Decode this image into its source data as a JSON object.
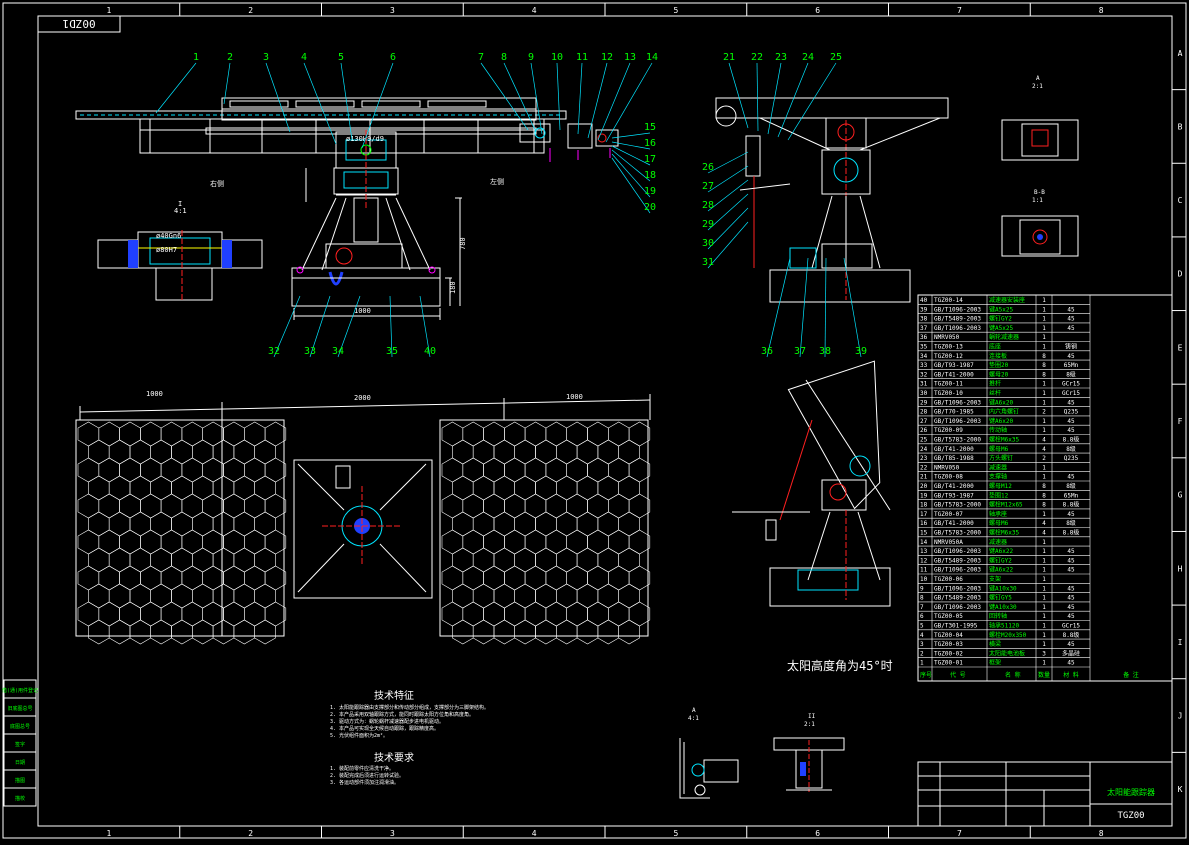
{
  "drawing_code_box": "00ZD1",
  "border_cols": [
    "1",
    "2",
    "3",
    "4",
    "5",
    "6",
    "7",
    "8"
  ],
  "border_rows": [
    "A",
    "B",
    "C",
    "D",
    "E",
    "F",
    "G",
    "H",
    "I",
    "J",
    "K"
  ],
  "part_numbers_top": [
    "1",
    "2",
    "3",
    "4",
    "5",
    "6",
    "7",
    "8",
    "9",
    "10",
    "11",
    "12",
    "13",
    "14"
  ],
  "part_numbers_right_front": [
    "15",
    "16",
    "17",
    "18",
    "19",
    "20"
  ],
  "part_numbers_side_top": [
    "21",
    "22",
    "23",
    "24",
    "25"
  ],
  "part_numbers_side_left": [
    "26",
    "27",
    "28",
    "29",
    "30",
    "31"
  ],
  "part_numbers_bottom_front": [
    "32",
    "33",
    "34",
    "35",
    "40"
  ],
  "part_numbers_bottom_side": [
    "36",
    "37",
    "38",
    "39"
  ],
  "front_view": {
    "label_left": "右侧",
    "label_right": "左侧",
    "dim_height": "780",
    "dim_base_h": "180",
    "dim_width": "1000",
    "fit_note": "ø130H9/d9"
  },
  "detail_i": {
    "title": "I",
    "scale": "4:1",
    "fit_top": "ø40Gn6",
    "fit_bottom": "ø80H7"
  },
  "panel_dims": {
    "left": "1000",
    "total": "2000",
    "right": "1000"
  },
  "angle_caption": "太阳高度角为45°时",
  "view_a": {
    "title": "A",
    "scale": "2:1"
  },
  "view_b": {
    "title": "B-B",
    "scale": "1:1"
  },
  "detail_bottom_left": {
    "title": "A",
    "scale": "4:1"
  },
  "detail_bottom_right": {
    "title": "II",
    "scale": "2:1"
  },
  "tech_heading_1": "技术特征",
  "tech_lines_1": [
    "1. 太阳能跟踪器由支撑部分和传动部分组成，支撑部分为三脚架结构。",
    "2. 本产品采用双轴跟踪方式，能同时跟踪太阳方位角和高度角。",
    "3. 驱动方式为：蜗轮蜗杆减速器配步进电机驱动。",
    "4. 本产品可实现全天候自动跟踪，跟踪精度高。",
    "5. 光伏组件面积为2m²。"
  ],
  "tech_heading_2": "技术要求",
  "tech_lines_2": [
    "1. 装配前零件应清洗干净。",
    "2. 装配完成后须进行运转试验。",
    "3. 各运动部件须加注润滑油。"
  ],
  "bom_rows": [
    [
      "40",
      "TGZ00-14",
      "减速器安装座",
      "1",
      ""
    ],
    [
      "39",
      "GB/T1096-2003",
      "键A5x25",
      "1",
      "45"
    ],
    [
      "38",
      "GB/T5489-2003",
      "螺钉GY2",
      "1",
      "45"
    ],
    [
      "37",
      "GB/T1096-2003",
      "键A5x25",
      "1",
      "45"
    ],
    [
      "36",
      "NMRV050",
      "蜗轮减速器",
      "1",
      ""
    ],
    [
      "35",
      "TGZ00-13",
      "底座",
      "1",
      "铸钢"
    ],
    [
      "34",
      "TGZ00-12",
      "连接板",
      "8",
      "45"
    ],
    [
      "33",
      "GB/T93-1987",
      "垫圈20",
      "8",
      "65Mn"
    ],
    [
      "32",
      "GB/T41-2000",
      "螺母20",
      "8",
      "8级"
    ],
    [
      "31",
      "TGZ00-11",
      "推杆",
      "1",
      "GCr15"
    ],
    [
      "30",
      "TGZ00-10",
      "丝杆",
      "1",
      "GCr15"
    ],
    [
      "29",
      "GB/T1096-2003",
      "键A6x20",
      "1",
      "45"
    ],
    [
      "28",
      "GB/T70-1985",
      "内六角螺钉",
      "2",
      "Q235"
    ],
    [
      "27",
      "GB/T1096-2003",
      "键A6x20",
      "1",
      "45"
    ],
    [
      "26",
      "TGZ00-09",
      "传动轴",
      "1",
      "45"
    ],
    [
      "25",
      "GB/T5783-2000",
      "螺栓M6x35",
      "4",
      "8.8级"
    ],
    [
      "24",
      "GB/T41-2000",
      "螺母M6",
      "4",
      "8级"
    ],
    [
      "23",
      "GB/T85-1988",
      "方头螺钉",
      "2",
      "Q235"
    ],
    [
      "22",
      "NMRV050",
      "减速器",
      "1",
      ""
    ],
    [
      "21",
      "TGZ00-08",
      "支撑轴",
      "1",
      "45"
    ],
    [
      "20",
      "GB/T41-2000",
      "螺母M12",
      "8",
      "8级"
    ],
    [
      "19",
      "GB/T93-1987",
      "垫圈12",
      "8",
      "65Mn"
    ],
    [
      "18",
      "GB/T5783-2000",
      "螺栓M12x65",
      "8",
      "8.8级"
    ],
    [
      "17",
      "TGZ00-07",
      "轴承座",
      "1",
      "45"
    ],
    [
      "16",
      "GB/T41-2000",
      "螺母M6",
      "4",
      "8级"
    ],
    [
      "15",
      "GB/T5783-2000",
      "螺栓M6x35",
      "4",
      "8.8级"
    ],
    [
      "14",
      "NMRV050A",
      "减速器",
      "1",
      ""
    ],
    [
      "13",
      "GB/T1096-2003",
      "键A6x22",
      "1",
      "45"
    ],
    [
      "12",
      "GB/T5489-2003",
      "螺钉GY2",
      "1",
      "45"
    ],
    [
      "11",
      "GB/T1096-2003",
      "键A6x22",
      "1",
      "45"
    ],
    [
      "10",
      "TGZ00-06",
      "支架",
      "1",
      ""
    ],
    [
      "9",
      "GB/T1096-2003",
      "键A10x30",
      "1",
      "45"
    ],
    [
      "8",
      "GB/T5489-2003",
      "螺钉GY5",
      "1",
      "45"
    ],
    [
      "7",
      "GB/T1096-2003",
      "键A10x30",
      "1",
      "45"
    ],
    [
      "6",
      "TGZ00-05",
      "回转轴",
      "1",
      "45"
    ],
    [
      "5",
      "GB/T301-1995",
      "轴承51120",
      "1",
      "GCr15"
    ],
    [
      "4",
      "TGZ00-04",
      "螺栓M20x350",
      "1",
      "8.8级"
    ],
    [
      "3",
      "TGZ00-03",
      "横梁",
      "1",
      "45"
    ],
    [
      "2",
      "TGZ00-02",
      "太阳能电池板",
      "3",
      "多晶硅"
    ],
    [
      "1",
      "TGZ00-01",
      "框架",
      "1",
      "45"
    ]
  ],
  "bom_header": [
    "序号",
    "代 号",
    "名 称",
    "数量",
    "材 料",
    "备 注"
  ],
  "title_block": {
    "name": "太阳能跟踪器",
    "code": "TGZ00"
  },
  "side_stamp_labels": [
    "借(通)用件登记",
    "旧底图总号",
    "底图总号",
    "签字",
    "日期",
    "描图",
    "描校"
  ],
  "colors": {
    "line": "#ffffff",
    "part_label": "#00ff00",
    "leader": "#00e5ff",
    "accent": "#ff2020",
    "blue": "#2040ff",
    "yellow": "#ffff00",
    "magenta": "#ff00ff"
  }
}
